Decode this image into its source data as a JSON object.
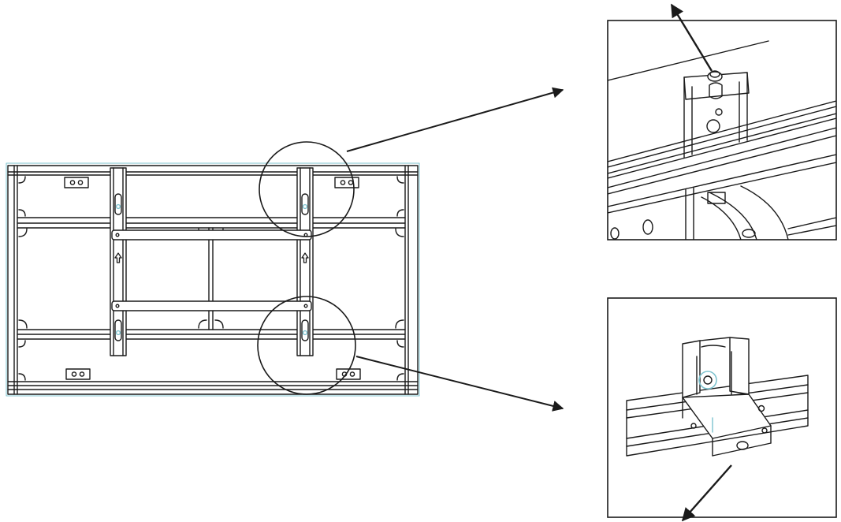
{
  "diagram": {
    "kind": "technical line drawing",
    "elements": [
      "cabinet-frame",
      "mounting-bracket-left",
      "mounting-bracket-right",
      "callout-circle-top",
      "callout-circle-bottom",
      "detail-view-top",
      "detail-view-bottom",
      "pointer-arrows"
    ],
    "colors": {
      "line": "#1a1a1a",
      "accent": "#7ec3cf",
      "background": "#ffffff"
    },
    "icons": [
      "up-arrow-icon",
      "up-arrow-icon"
    ]
  }
}
